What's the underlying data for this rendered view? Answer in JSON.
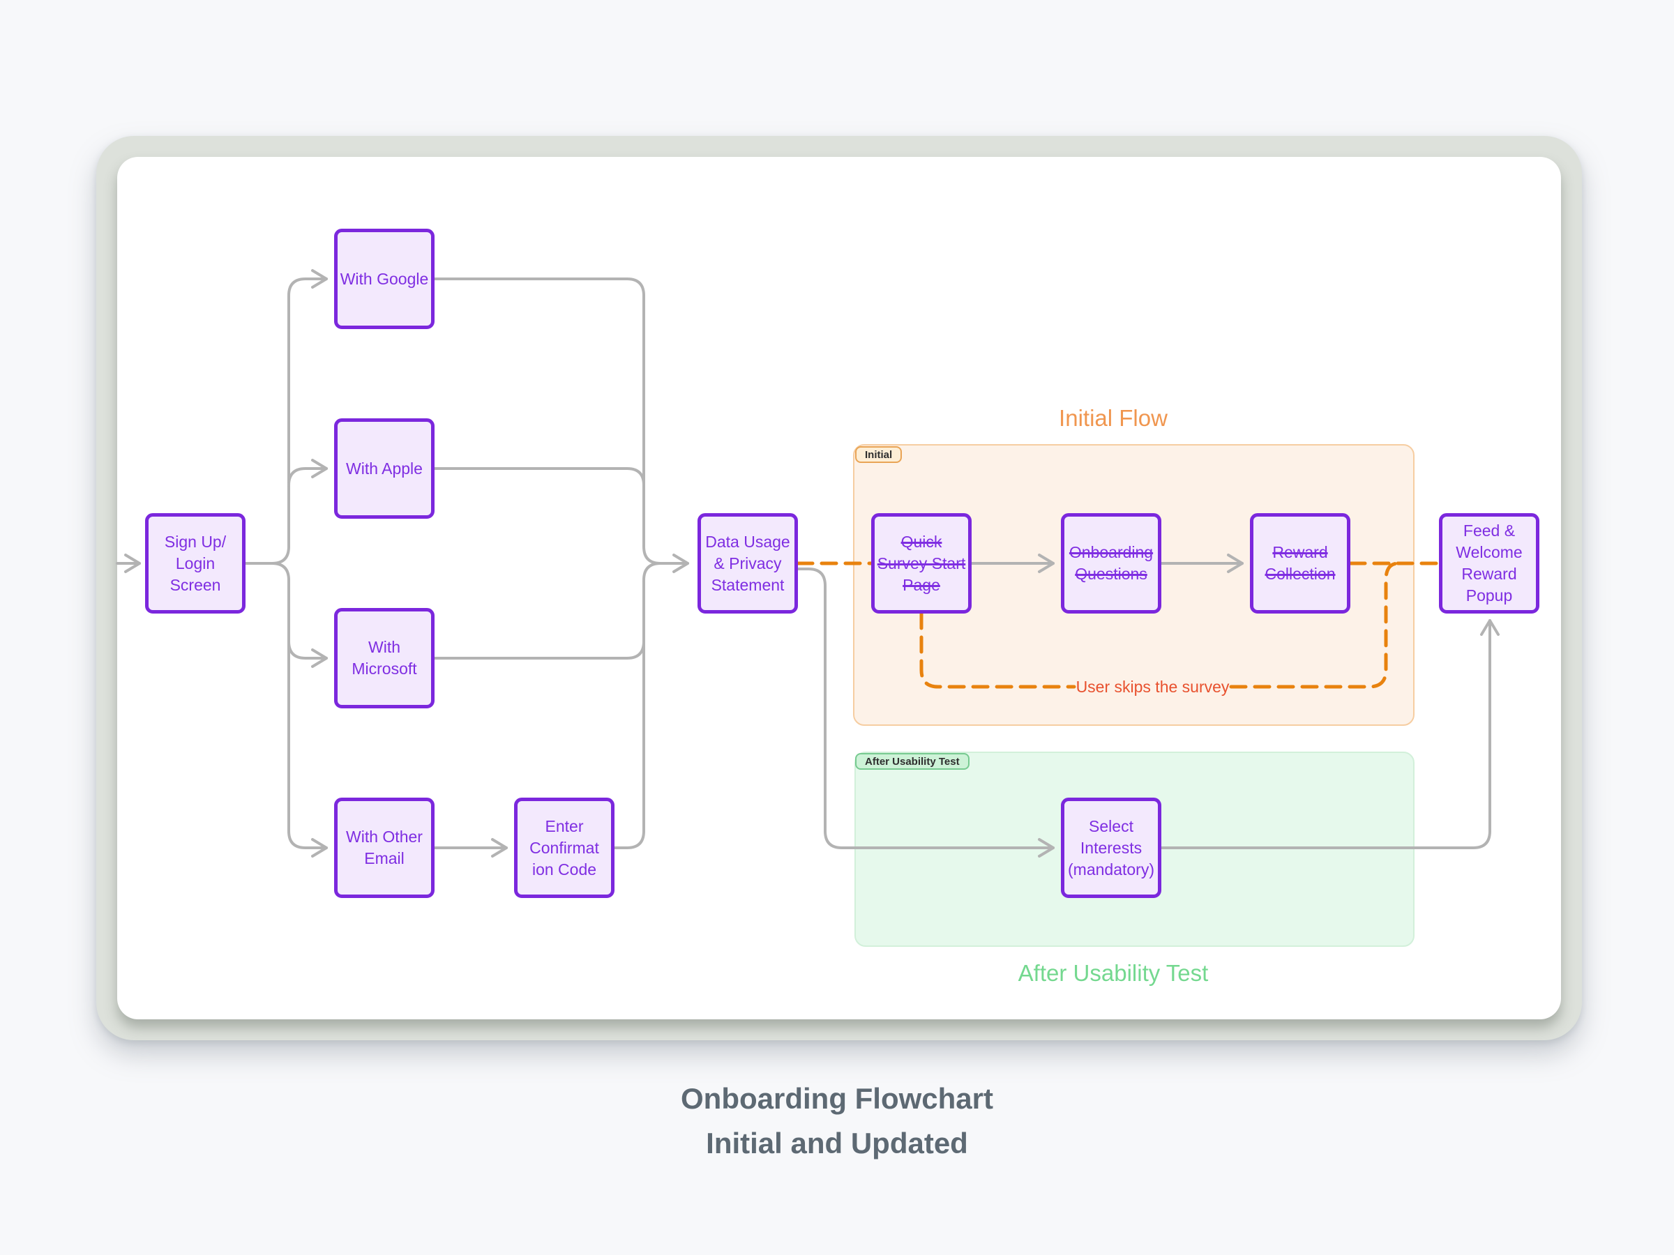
{
  "page": {
    "title_line1": "Onboarding Flowchart",
    "title_line2": "Initial and Updated"
  },
  "sections": {
    "initial": {
      "badge": "Initial",
      "title": "Initial Flow"
    },
    "after": {
      "badge": "After Usability Test",
      "title": "After Usability Test"
    }
  },
  "edge_labels": {
    "skip": "User skips the survey"
  },
  "nodes": {
    "sign_up": {
      "lines": [
        "Sign Up/",
        "Login",
        "Screen"
      ],
      "struck": false
    },
    "google": {
      "lines": [
        "With Google"
      ],
      "struck": false
    },
    "apple": {
      "lines": [
        "With Apple"
      ],
      "struck": false
    },
    "microsoft": {
      "lines": [
        "With",
        "Microsoft"
      ],
      "struck": false
    },
    "other_email": {
      "lines": [
        "With Other",
        "Email"
      ],
      "struck": false
    },
    "confirm_code": {
      "lines": [
        "Enter",
        "Confirmat",
        "ion Code"
      ],
      "struck": false
    },
    "data_usage": {
      "lines": [
        "Data Usage",
        "& Privacy",
        "Statement"
      ],
      "struck": false
    },
    "quick_survey": {
      "lines": [
        "Quick",
        "Survey Start",
        "Page"
      ],
      "struck": true
    },
    "onboarding_questions": {
      "lines": [
        "Onboarding",
        "Questions"
      ],
      "struck": true
    },
    "reward_collection": {
      "lines": [
        "Reward",
        "Collection"
      ],
      "struck": true
    },
    "feed_popup": {
      "lines": [
        "Feed &",
        "Welcome",
        "Reward",
        "Popup"
      ],
      "struck": false
    },
    "select_interests": {
      "lines": [
        "Select",
        "Interests",
        "(mandatory)"
      ],
      "struck": false
    }
  },
  "colors": {
    "node_border": "#7b27dd",
    "node_fill": "#f3e9fd",
    "node_text": "#7f2ee2",
    "connector_gray": "#b3b3b3",
    "initial_container_fill": "#fdf2e8",
    "initial_container_border": "#f6cda1",
    "initial_badge_fill": "#fdeed6",
    "initial_badge_border": "#e9a455",
    "initial_title": "#f0964f",
    "skip_dash": "#e8820e",
    "skip_label_text": "#e8512e",
    "after_container_fill": "#e6f9ec",
    "after_badge_fill": "#cdf2d7",
    "after_badge_border": "#77ca90",
    "after_title": "#74d88f",
    "main_title": "#5d6973",
    "page_bg": "#f7f8fa",
    "card_frame": "#dde1db"
  }
}
